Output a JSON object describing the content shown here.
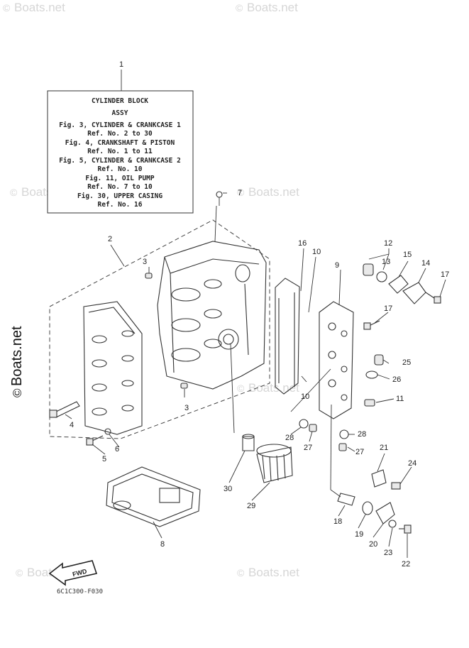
{
  "watermark": {
    "text": "Boats.net",
    "copyright_symbol": "©"
  },
  "title_box": {
    "ref_number": "1",
    "lines": [
      "CYLINDER BLOCK",
      "ASSY",
      "Fig. 3, CYLINDER & CRANKCASE 1",
      "Ref. No. 2 to 30",
      "Fig. 4, CRANKSHAFT & PISTON",
      "Ref. No. 1 to 11",
      "Fig. 5, CYLINDER & CRANKCASE 2",
      "Ref. No. 10",
      "Fig. 11, OIL PUMP",
      "Ref. No. 7 to 10",
      "Fig. 30, UPPER CASING",
      "Ref. No. 16"
    ]
  },
  "callouts": {
    "c2": "2",
    "c3a": "3",
    "c3b": "3",
    "c4": "4",
    "c5": "5",
    "c6": "6",
    "c7": "7",
    "c8": "8",
    "c9": "9",
    "c10a": "10",
    "c10b": "10",
    "c11": "11",
    "c12": "12",
    "c13": "13",
    "c14": "14",
    "c15": "15",
    "c16": "16",
    "c17a": "17",
    "c17b": "17",
    "c18": "18",
    "c19": "19",
    "c20": "20",
    "c21": "21",
    "c22": "22",
    "c23": "23",
    "c24": "24",
    "c25": "25",
    "c26": "26",
    "c27a": "27",
    "c27b": "27",
    "c28a": "28",
    "c28b": "28",
    "c29": "29",
    "c30": "30"
  },
  "fwd_label": "FWD",
  "diagram_code": "6C1C300-F030"
}
